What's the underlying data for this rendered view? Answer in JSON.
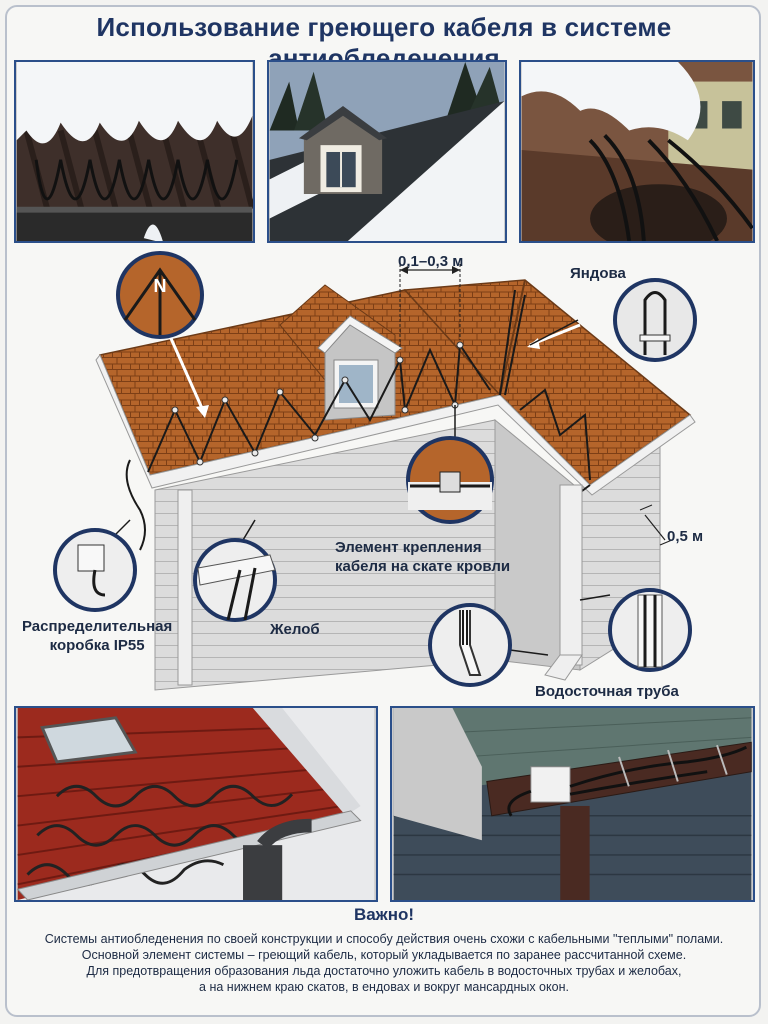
{
  "page": {
    "title": "Использование греющего кабеля в системе антиобледенения"
  },
  "photos": {
    "top_left": "snow-roof-cable-photo",
    "top_middle": "dormer-roof-photo",
    "top_right": "gutter-funnel-photo",
    "bottom_left": "tile-roof-serpentine-photo",
    "bottom_right": "gutter-junction-box-photo"
  },
  "diagram": {
    "spacing_label": "0,1–0,3 м",
    "valley_label": "Яндова",
    "distance_label": "0,5 м",
    "roof_fixing_label_line1": "Элемент крепления",
    "roof_fixing_label_line2": "кабеля на скате кровли",
    "junction_box_label_line1": "Распределительная",
    "junction_box_label_line2": "коробка IP55",
    "gutter_label": "Желоб",
    "downpipe_label": "Водосточная труба",
    "magnifier_marker": "N"
  },
  "colors": {
    "title": "#1f3563",
    "frame_blue": "#2b4f8a",
    "shingle": "#b5652b",
    "wall": "#dcdcdc",
    "cable": "#222222"
  },
  "note": {
    "title": "Важно!",
    "lines": [
      "Системы антиобледенения по своей конструкции и способу действия очень схожи с кабельными \"теплыми\" полами.",
      "Основной элемент системы – греющий кабель, который укладывается по заранее рассчитанной схеме.",
      "Для предотвращения образования льда достаточно уложить кабель в водосточных трубах и желобах,",
      "а на нижнем краю скатов, в ендовах и вокруг мансардных окон."
    ]
  }
}
